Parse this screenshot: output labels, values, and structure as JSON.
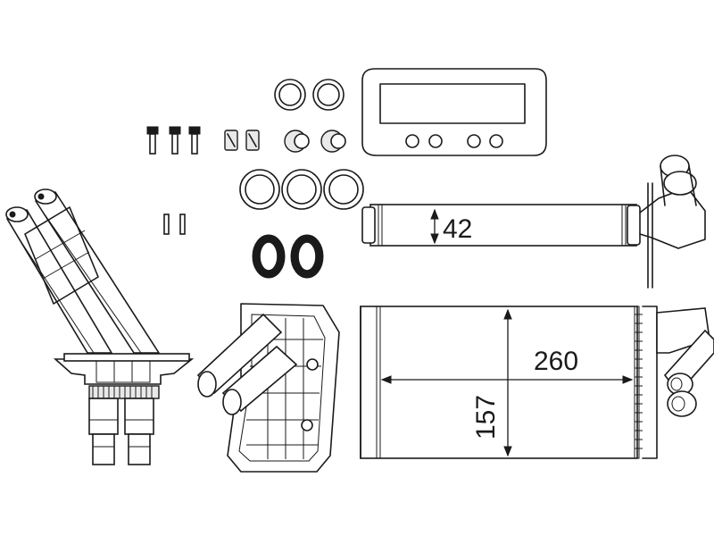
{
  "diagram": {
    "dimensions": {
      "tube_diameter": "42",
      "core_width": "260",
      "core_height": "157"
    },
    "colors": {
      "line": "#1a1a1a",
      "background": "#ffffff"
    }
  }
}
